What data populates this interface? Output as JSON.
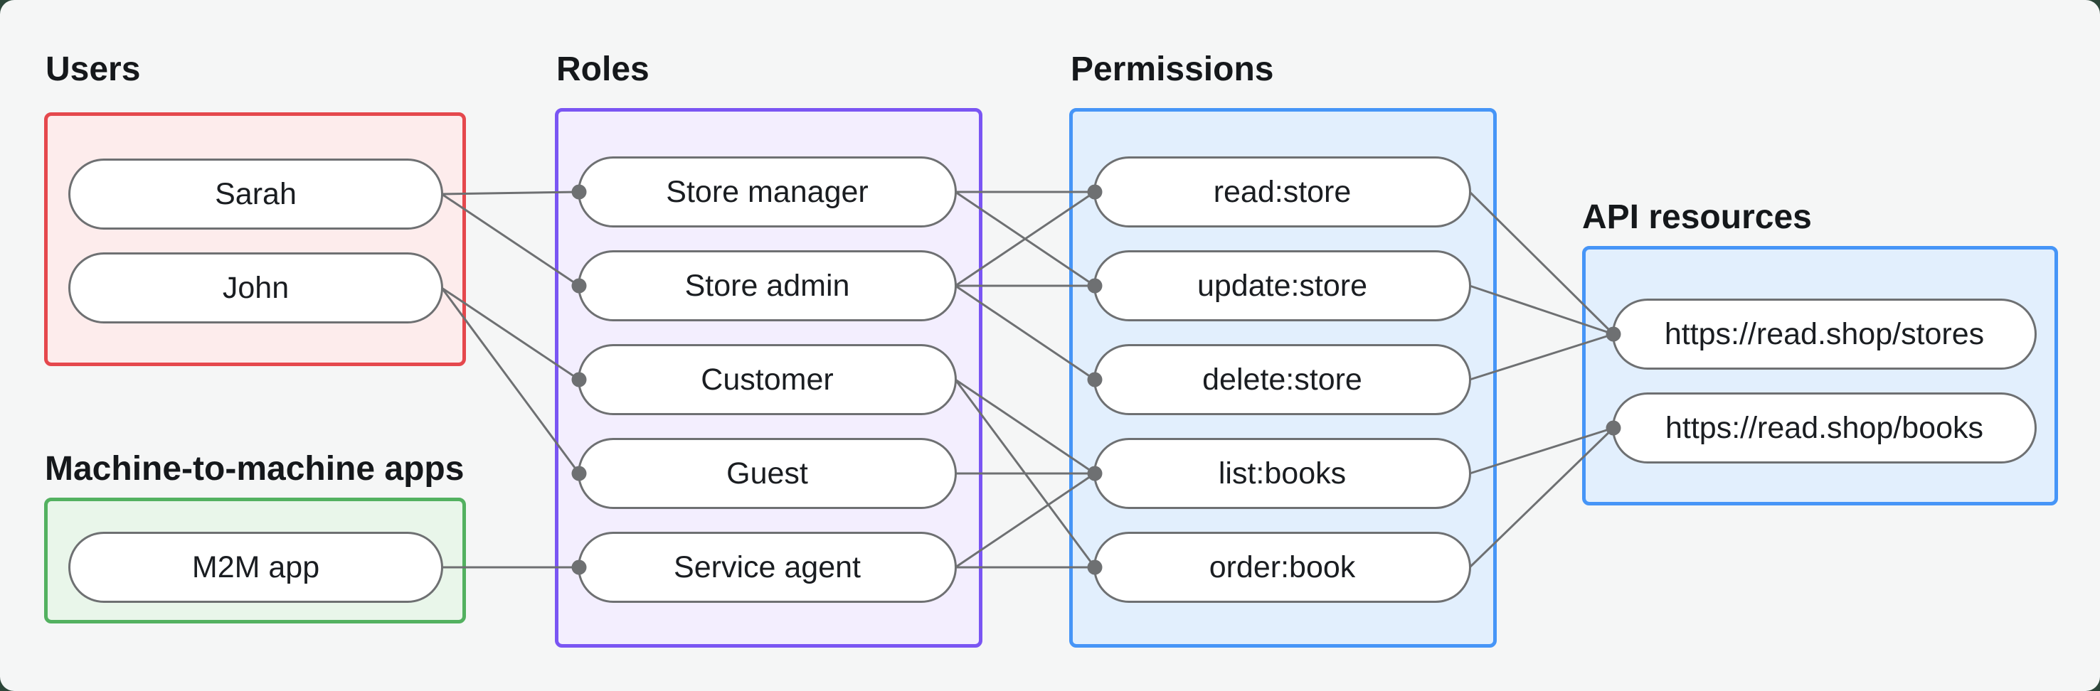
{
  "diagram": {
    "background": "#f5f6f6",
    "outer_background": "#2c4639",
    "headings": {
      "users": "Users",
      "roles": "Roles",
      "permissions": "Permissions",
      "api": "API resources",
      "m2m": "Machine-to-machine apps"
    },
    "groups": {
      "users": {
        "border": "#e5484d",
        "fill": "#fdecec"
      },
      "roles": {
        "border": "#7a55f3",
        "fill": "#f3eefe"
      },
      "permissions": {
        "border": "#4695f7",
        "fill": "#e2effd"
      },
      "api": {
        "border": "#4695f7",
        "fill": "#e2effd"
      },
      "m2m": {
        "border": "#53b160",
        "fill": "#e9f6ea"
      }
    },
    "nodes": {
      "sarah": "Sarah",
      "john": "John",
      "m2m_app": "M2M app",
      "store_manager": "Store manager",
      "store_admin": "Store admin",
      "customer": "Customer",
      "guest": "Guest",
      "service_agent": "Service agent",
      "read_store": "read:store",
      "update_store": "update:store",
      "delete_store": "delete:store",
      "list_books": "list:books",
      "order_book": "order:book",
      "api_stores": "https://read.shop/stores",
      "api_books": "https://read.shop/books"
    },
    "edges": [
      {
        "from": "sarah",
        "to": "store_manager"
      },
      {
        "from": "sarah",
        "to": "store_admin"
      },
      {
        "from": "john",
        "to": "customer"
      },
      {
        "from": "john",
        "to": "guest"
      },
      {
        "from": "m2m_app",
        "to": "service_agent"
      },
      {
        "from": "store_manager",
        "to": "read_store"
      },
      {
        "from": "store_manager",
        "to": "update_store"
      },
      {
        "from": "store_admin",
        "to": "read_store"
      },
      {
        "from": "store_admin",
        "to": "update_store"
      },
      {
        "from": "store_admin",
        "to": "delete_store"
      },
      {
        "from": "customer",
        "to": "list_books"
      },
      {
        "from": "customer",
        "to": "order_book"
      },
      {
        "from": "guest",
        "to": "list_books"
      },
      {
        "from": "service_agent",
        "to": "list_books"
      },
      {
        "from": "service_agent",
        "to": "order_book"
      },
      {
        "from": "read_store",
        "to": "api_stores"
      },
      {
        "from": "update_store",
        "to": "api_stores"
      },
      {
        "from": "delete_store",
        "to": "api_stores"
      },
      {
        "from": "list_books",
        "to": "api_books"
      },
      {
        "from": "order_book",
        "to": "api_books"
      }
    ],
    "edge_style": {
      "color": "#6e7072",
      "width": 3,
      "dot_radius": 10.5
    },
    "node_style": {
      "border": "#6e7072",
      "fill": "#ffffff",
      "text": "#1a1d21"
    }
  }
}
